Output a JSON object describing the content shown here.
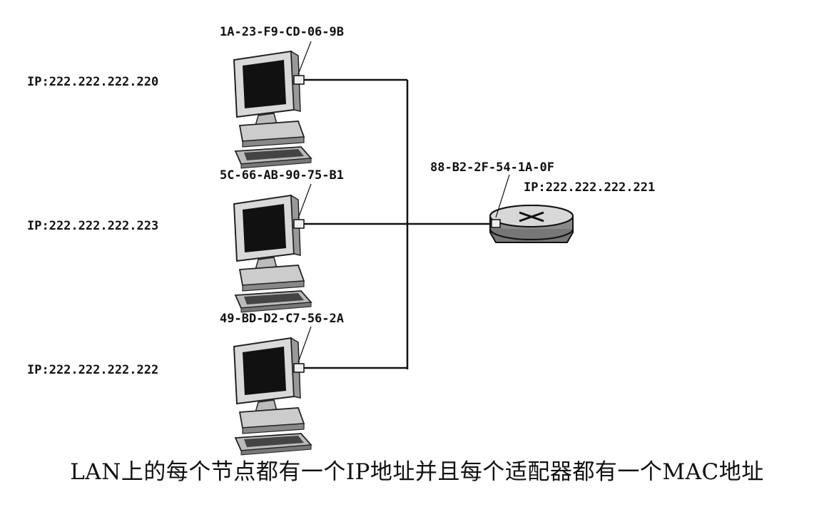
{
  "nodes": [
    {
      "ip": "IP:222.222.222.220",
      "mac": "1A-23-F9-CD-06-9B"
    },
    {
      "ip": "IP:222.222.222.223",
      "mac": "5C-66-AB-90-75-B1"
    },
    {
      "ip": "IP:222.222.222.222",
      "mac": "49-BD-D2-C7-56-2A"
    }
  ],
  "router": {
    "ip": "IP:222.222.222.221",
    "mac": "88-B2-2F-54-1A-0F"
  },
  "caption": "LAN上的每个节点都有一个IP地址并且每个适配器都有一个MAC地址"
}
